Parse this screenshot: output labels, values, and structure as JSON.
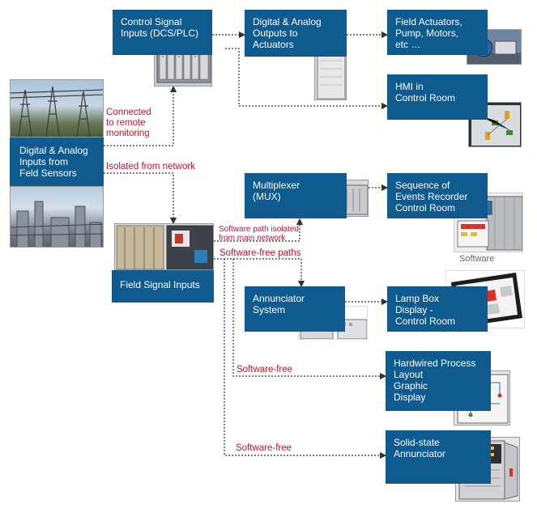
{
  "boxes": {
    "source": "Digital & Analog\nInputs from\nFeld Sensors",
    "control_signal": "Control Signal\nInputs (DCS/PLC)",
    "dig_analog_outputs": "Digital & Analog\nOutputs to\nActuators",
    "field_actuators": "Field Actuators,\nPump, Motors,\netc …",
    "hmi": "HMI in\nControl Room",
    "field_signal": "Field Signal Inputs",
    "mux": "Multiplexer\n(MUX)",
    "soe": "Sequence of\nEvents Recorder\nControl Room",
    "annunciator": "Annunciator\nSystem",
    "lamp_box": "Lamp Box\nDisplay -\nControl Room",
    "hardwired": "Hardwired Process\nLayout\nGraphic\nDisplay",
    "solid_state": "Solid-state\nAnnunciator"
  },
  "labels": {
    "connected": "Connected\nto remote\nmonitoring",
    "isolated": "Isolated from network",
    "software_path": "Software path isolated\nfrom main network",
    "software_free_paths": "Software-free paths",
    "software_free_1": "Software-free",
    "software_free_2": "Software-free",
    "software_caption": "Software"
  },
  "colors": {
    "box_blue": "#0f5a8e",
    "label_red": "#c8102e",
    "connector": "#333333"
  }
}
